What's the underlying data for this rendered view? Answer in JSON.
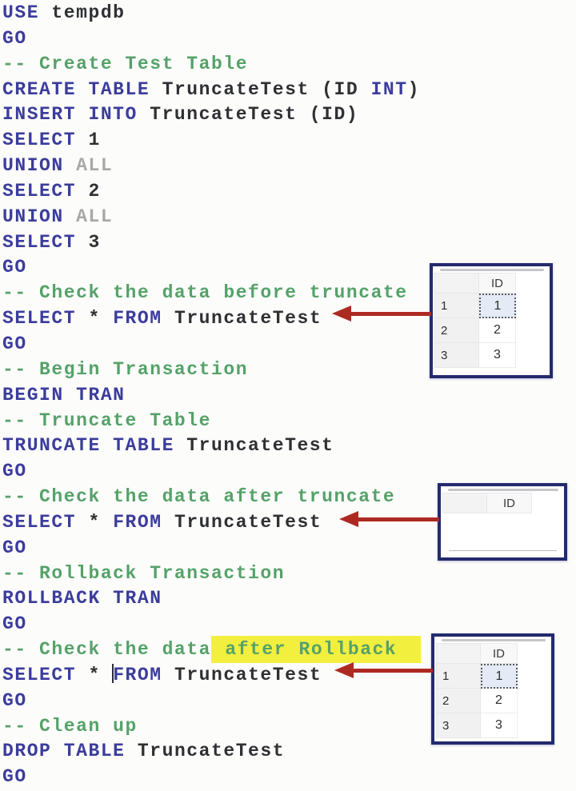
{
  "colors": {
    "keyword": "#3b3c9b",
    "comment": "#55a268",
    "muted": "#a8a8a8",
    "text": "#2f3033",
    "highlight": "#f3ef3f",
    "arrow": "#ad2a22",
    "grid_border": "#242a6d",
    "selected_cell_bg": "#e4ebf7"
  },
  "editor": {
    "lines": [
      {
        "tokens": [
          {
            "t": "USE",
            "c": "kw"
          },
          {
            "t": " tempdb",
            "c": "id"
          }
        ]
      },
      {
        "tokens": [
          {
            "t": "GO",
            "c": "kw"
          }
        ]
      },
      {
        "tokens": [
          {
            "t": "-- Create Test Table",
            "c": "cm"
          }
        ]
      },
      {
        "tokens": [
          {
            "t": "CREATE TABLE",
            "c": "kw"
          },
          {
            "t": " TruncateTest (ID ",
            "c": "id"
          },
          {
            "t": "INT",
            "c": "kw"
          },
          {
            "t": ")",
            "c": "id"
          }
        ]
      },
      {
        "tokens": [
          {
            "t": "INSERT INTO",
            "c": "kw"
          },
          {
            "t": " TruncateTest (ID)",
            "c": "id"
          }
        ]
      },
      {
        "tokens": [
          {
            "t": "SELECT",
            "c": "kw"
          },
          {
            "t": " 1",
            "c": "id"
          }
        ]
      },
      {
        "tokens": [
          {
            "t": "UNION",
            "c": "kw"
          },
          {
            "t": " ",
            "c": "id"
          },
          {
            "t": "ALL",
            "c": "gr"
          }
        ]
      },
      {
        "tokens": [
          {
            "t": "SELECT",
            "c": "kw"
          },
          {
            "t": " 2",
            "c": "id"
          }
        ]
      },
      {
        "tokens": [
          {
            "t": "UNION",
            "c": "kw"
          },
          {
            "t": " ",
            "c": "id"
          },
          {
            "t": "ALL",
            "c": "gr"
          }
        ]
      },
      {
        "tokens": [
          {
            "t": "SELECT",
            "c": "kw"
          },
          {
            "t": " 3",
            "c": "id"
          }
        ]
      },
      {
        "tokens": [
          {
            "t": "GO",
            "c": "kw"
          }
        ]
      },
      {
        "tokens": [
          {
            "t": "-- Check the data before truncate",
            "c": "cm"
          }
        ]
      },
      {
        "tokens": [
          {
            "t": "SELECT",
            "c": "kw"
          },
          {
            "t": " * ",
            "c": "id"
          },
          {
            "t": "FROM",
            "c": "kw"
          },
          {
            "t": " TruncateTest",
            "c": "id"
          }
        ]
      },
      {
        "tokens": [
          {
            "t": "GO",
            "c": "kw"
          }
        ]
      },
      {
        "tokens": [
          {
            "t": "-- Begin Transaction",
            "c": "cm"
          }
        ]
      },
      {
        "tokens": [
          {
            "t": "BEGIN TRAN",
            "c": "kw"
          }
        ]
      },
      {
        "tokens": [
          {
            "t": "-- Truncate Table",
            "c": "cm"
          }
        ]
      },
      {
        "tokens": [
          {
            "t": "TRUNCATE TABLE",
            "c": "kw"
          },
          {
            "t": " TruncateTest",
            "c": "id"
          }
        ]
      },
      {
        "tokens": [
          {
            "t": "GO",
            "c": "kw"
          }
        ]
      },
      {
        "tokens": [
          {
            "t": "-- Check the data after truncate",
            "c": "cm"
          }
        ]
      },
      {
        "tokens": [
          {
            "t": "SELECT",
            "c": "kw"
          },
          {
            "t": " * ",
            "c": "id"
          },
          {
            "t": "FROM",
            "c": "kw"
          },
          {
            "t": " TruncateTest",
            "c": "id"
          }
        ]
      },
      {
        "tokens": [
          {
            "t": "GO",
            "c": "kw"
          }
        ]
      },
      {
        "tokens": [
          {
            "t": "-- Rollback Transaction",
            "c": "cm"
          }
        ]
      },
      {
        "tokens": [
          {
            "t": "ROLLBACK TRAN",
            "c": "kw"
          }
        ]
      },
      {
        "tokens": [
          {
            "t": "GO",
            "c": "kw"
          }
        ]
      },
      {
        "tokens": [
          {
            "t": "-- Check the data",
            "c": "cm"
          },
          {
            "t": " after Rollback",
            "c": "cm",
            "hl": true
          }
        ]
      },
      {
        "tokens": [
          {
            "t": "SELECT",
            "c": "kw"
          },
          {
            "t": " * ",
            "c": "id"
          },
          {
            "t": "FROM",
            "c": "kw",
            "caret": true
          },
          {
            "t": " TruncateTest",
            "c": "id"
          }
        ]
      },
      {
        "tokens": [
          {
            "t": "GO",
            "c": "kw"
          }
        ]
      },
      {
        "tokens": [
          {
            "t": "-- Clean up",
            "c": "cm"
          }
        ]
      },
      {
        "tokens": [
          {
            "t": "DROP TABLE",
            "c": "kw"
          },
          {
            "t": " TruncateTest",
            "c": "id"
          }
        ]
      },
      {
        "tokens": [
          {
            "t": "GO",
            "c": "kw"
          }
        ]
      }
    ]
  },
  "result_grids": [
    {
      "column_header": "ID",
      "rows": [
        {
          "row_number": "1",
          "value": "1"
        },
        {
          "row_number": "2",
          "value": "2"
        },
        {
          "row_number": "3",
          "value": "3"
        }
      ],
      "selected_row_index": 0
    },
    {
      "column_header": "ID",
      "rows": [],
      "selected_row_index": null
    },
    {
      "column_header": "ID",
      "rows": [
        {
          "row_number": "1",
          "value": "1"
        },
        {
          "row_number": "2",
          "value": "2"
        },
        {
          "row_number": "3",
          "value": "3"
        }
      ],
      "selected_row_index": 0
    }
  ]
}
